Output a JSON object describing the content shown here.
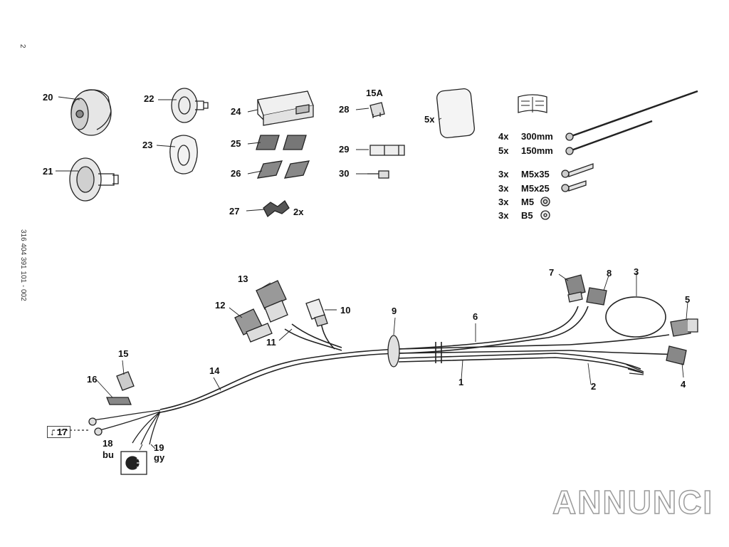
{
  "page_number": "2",
  "drawing_code": "316 404 391 101 - 002",
  "fuse_rating": "15A",
  "wire_colors": {
    "bu": "bu",
    "gy": "gy"
  },
  "watermark": "ANNUNCI",
  "parts": [
    {
      "id": "1",
      "label": "1"
    },
    {
      "id": "2",
      "label": "2"
    },
    {
      "id": "3",
      "label": "3"
    },
    {
      "id": "4",
      "label": "4"
    },
    {
      "id": "5",
      "label": "5"
    },
    {
      "id": "6",
      "label": "6"
    },
    {
      "id": "7",
      "label": "7"
    },
    {
      "id": "8",
      "label": "8"
    },
    {
      "id": "9",
      "label": "9"
    },
    {
      "id": "10",
      "label": "10"
    },
    {
      "id": "11",
      "label": "11"
    },
    {
      "id": "12",
      "label": "12"
    },
    {
      "id": "13",
      "label": "13"
    },
    {
      "id": "14",
      "label": "14"
    },
    {
      "id": "15",
      "label": "15"
    },
    {
      "id": "16",
      "label": "16"
    },
    {
      "id": "17",
      "label": "↓ 17"
    },
    {
      "id": "18",
      "label": "18"
    },
    {
      "id": "19",
      "label": "19"
    },
    {
      "id": "20",
      "label": "20"
    },
    {
      "id": "21",
      "label": "21"
    },
    {
      "id": "22",
      "label": "22"
    },
    {
      "id": "23",
      "label": "23"
    },
    {
      "id": "24",
      "label": "24"
    },
    {
      "id": "25",
      "label": "25"
    },
    {
      "id": "26",
      "label": "26"
    },
    {
      "id": "27",
      "label": "27"
    },
    {
      "id": "28",
      "label": "28"
    },
    {
      "id": "29",
      "label": "29"
    },
    {
      "id": "30",
      "label": "30"
    }
  ],
  "quantities": {
    "q27": "2x",
    "pad": "5x"
  },
  "hardware": [
    {
      "qty": "4x",
      "spec": "300mm"
    },
    {
      "qty": "5x",
      "spec": "150mm"
    },
    {
      "qty": "3x",
      "spec": "M5x35"
    },
    {
      "qty": "3x",
      "spec": "M5x25"
    },
    {
      "qty": "3x",
      "spec": "M5"
    },
    {
      "qty": "3x",
      "spec": "B5"
    }
  ],
  "colors": {
    "line": "#222222",
    "fill": "#e6e6e6",
    "watermark_stroke": "#9a9a9a"
  }
}
